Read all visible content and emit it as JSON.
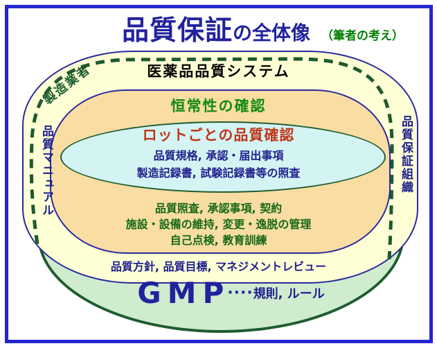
{
  "title": {
    "main": "品質保証",
    "suffix": "の全体像",
    "note": "（筆者の考え）"
  },
  "pqs": {
    "label": "医薬品品質システム"
  },
  "roles": {
    "manufacturer": "製造業者",
    "quality_manual": "品質マニュアル",
    "qa_organization": "品質保証組織"
  },
  "constancy": {
    "title": "恒常性の確認",
    "items": [
      "品質照査, 承認事項, 契約",
      "施設・設備の維持, 変更・逸脱の管理",
      "自己点検, 教育訓練"
    ]
  },
  "lot": {
    "title": "ロットごとの品質確認",
    "lines": [
      "品質規格, 承認・届出事項",
      "製造記録書, 試験記録書等の照査"
    ]
  },
  "policy": {
    "label": "品質方針, 品質目標, マネジメントレビュー"
  },
  "gmp": {
    "label": "GMP",
    "dots": "····",
    "note": "規則, ルール"
  },
  "colors": {
    "frame_blue": "#2525cf",
    "title_navy": "#22229d",
    "body_navy": "#20208e",
    "green_text": "#128a12",
    "item_green": "#156915",
    "red_text": "#c03618",
    "dark_green_border": "#1e5c30",
    "dashed_green": "#1d5a2e",
    "pale_yellow_fill": "#ffffd6",
    "tan_fill": "#f9dda3",
    "pale_cyan_fill": "#d4f3f3",
    "pale_green_fill": "#cfeccf"
  }
}
